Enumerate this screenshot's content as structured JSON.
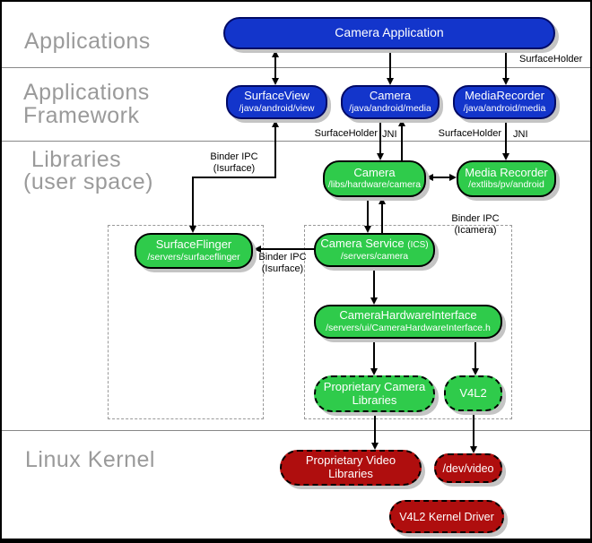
{
  "colors": {
    "blue": "#1335cb",
    "green": "#2fcb4b",
    "red": "#af0e0e",
    "label_gray": "#9a9a9a",
    "shadow": "#c4c4c4"
  },
  "layers": {
    "applications": "Applications",
    "framework_line1": "Applications",
    "framework_line2": "Framework",
    "libraries_line1": "Libraries",
    "libraries_line2": "(user space)",
    "kernel": "Linux Kernel"
  },
  "nodes": {
    "camera_app": {
      "title": "Camera Application"
    },
    "surface_view": {
      "title": "SurfaceView",
      "subtitle": "/java/android/view"
    },
    "camera_fw": {
      "title": "Camera",
      "subtitle": "/java/android/media"
    },
    "media_recorder_fw": {
      "title": "MediaRecorder",
      "subtitle": "/java/android/media"
    },
    "camera_lib": {
      "title": "Camera",
      "subtitle": "/libs/hardware/camera"
    },
    "media_recorder_lib": {
      "title": "Media Recorder",
      "subtitle": "/extlibs/pv/android"
    },
    "surface_flinger": {
      "title": "SurfaceFlinger",
      "subtitle": "/servers/surfaceflinger"
    },
    "camera_service": {
      "title": "Camera Service",
      "suffix": "(ICS)",
      "subtitle": "/servers/camera"
    },
    "camera_hw_interface": {
      "title": "CameraHardwareInterface",
      "subtitle": "/servers/ui/CameraHardwareInterface.h"
    },
    "proprietary_camera_libs": {
      "title": "Proprietary Camera Libraries"
    },
    "v4l2": {
      "title": "V4L2"
    },
    "proprietary_video_libs": {
      "title": "Proprietary Video Libraries"
    },
    "dev_video": {
      "title": "/dev/video"
    },
    "v4l2_kernel_driver": {
      "title": "V4L2 Kernel Driver"
    }
  },
  "annotations": {
    "surface_holder_top": "SurfaceHolder",
    "surface_holder_camera": "SurfaceHolder",
    "jni_camera": "JNI",
    "surface_holder_media": "SurfaceHolder",
    "jni_media": "JNI",
    "binder_ipc_isurface_top": "Binder IPC\n(Isurface)",
    "binder_ipc_isurface_mid": "Binder IPC\n(Isurface)",
    "binder_ipc_icamera": "Binder IPC\n(Icamera)"
  }
}
